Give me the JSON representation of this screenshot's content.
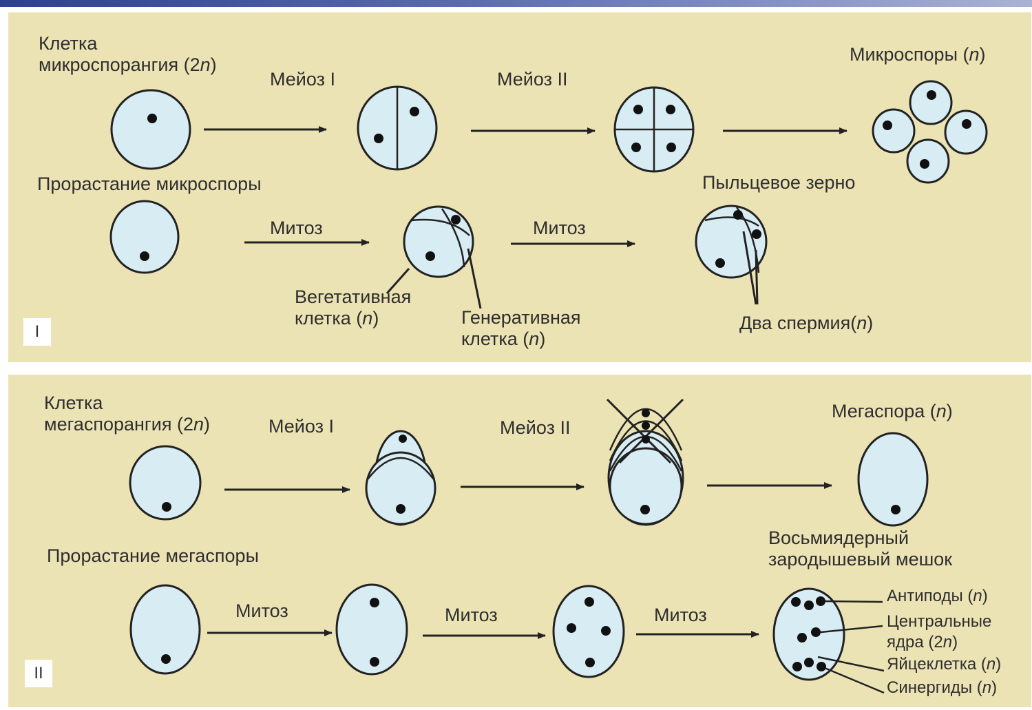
{
  "panel_i": {
    "badge": "I",
    "row1": {
      "cell_label": "Клетка\nмикроспорангия (2",
      "meiosis1": "Мейоз I",
      "meiosis2": "Мейоз II",
      "result": "Микроспоры ("
    },
    "row2": {
      "title": "Прорастание микроспоры",
      "mitosis1": "Митоз",
      "mitosis2": "Митоз",
      "result": "Пыльцевое зерно",
      "vegetative": "Вегетативная\nклетка (",
      "generative": "Генеративная\nклетка (",
      "sperms": "Два спермия("
    }
  },
  "panel_ii": {
    "badge": "II",
    "row1": {
      "cell_label": "Клетка\nмегаспорангия (2",
      "meiosis1": "Мейоз I",
      "meiosis2": "Мейоз II",
      "result": "Мегаспора ("
    },
    "row2": {
      "title": "Прорастание мегаспоры",
      "mitosis1": "Митоз",
      "mitosis2": "Митоз",
      "mitosis3": "Митоз",
      "result": "Восьмиядерный\nзародышевый мешок",
      "antipodes": "Антиподы (",
      "central": "Центральные\nядра (2",
      "egg": "Яйцеклетка (",
      "synergids": "Синергиды ("
    }
  },
  "symbols": {
    "n": "n",
    "close": ")"
  },
  "colors": {
    "cell_fill": "#d8ecf3",
    "background": "#ece3b5"
  }
}
